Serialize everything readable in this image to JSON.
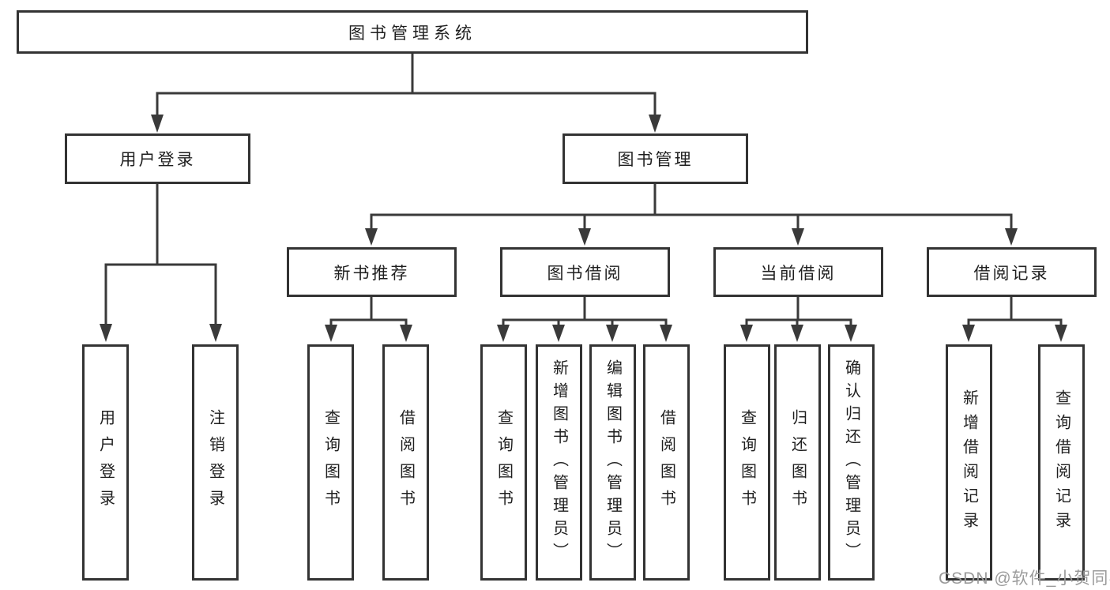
{
  "colors": {
    "line": "#3a3a3a",
    "border": "#333333",
    "text": "#1f1f1f",
    "watermark": "#9b9b9b",
    "background": "#ffffff"
  },
  "tree": {
    "root": "图书管理系统",
    "branches": [
      {
        "label": "用户登录",
        "children": [
          "用户登录",
          "注销登录"
        ]
      },
      {
        "label": "图书管理",
        "sections": [
          {
            "label": "新书推荐",
            "children": [
              "查询图书",
              "借阅图书"
            ]
          },
          {
            "label": "图书借阅",
            "children": [
              "查询图书",
              "新增图书（管理员）",
              "编辑图书（管理员）",
              "借阅图书"
            ]
          },
          {
            "label": "当前借阅",
            "children": [
              "查询图书",
              "归还图书",
              "确认归还（管理员）"
            ]
          },
          {
            "label": "借阅记录",
            "children": [
              "新增借阅记录",
              "查询借阅记录"
            ]
          }
        ]
      }
    ]
  },
  "watermark": "CSDN @软件_小贺同学"
}
